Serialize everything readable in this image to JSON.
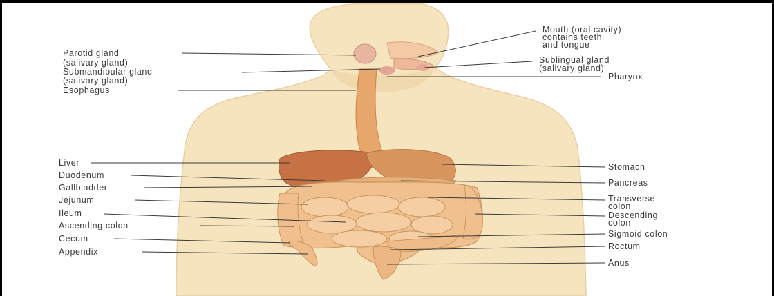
{
  "labels_left": [
    {
      "id": "parotid",
      "lines": [
        "Parotid gland",
        "(salivary gland)"
      ]
    },
    {
      "id": "submandibular",
      "lines": [
        "Submandibular gland",
        "(salivary gland)"
      ]
    },
    {
      "id": "esophagus",
      "lines": [
        "Esophagus"
      ]
    },
    {
      "id": "liver",
      "lines": [
        "Liver"
      ]
    },
    {
      "id": "duodenum",
      "lines": [
        "Duodenum"
      ]
    },
    {
      "id": "gallbladder",
      "lines": [
        "Gallbladder"
      ]
    },
    {
      "id": "jejunum",
      "lines": [
        "Jejunum"
      ]
    },
    {
      "id": "ileum",
      "lines": [
        "Ileum"
      ]
    },
    {
      "id": "ascending",
      "lines": [
        "Ascending colon"
      ]
    },
    {
      "id": "cecum",
      "lines": [
        "Cecum"
      ]
    },
    {
      "id": "appendix",
      "lines": [
        "Appendix"
      ]
    }
  ],
  "labels_right": [
    {
      "id": "mouth",
      "lines": [
        "Mouth (oral cavity)",
        "contains teeth",
        "and tongue"
      ]
    },
    {
      "id": "sublingual",
      "lines": [
        "Sublingual gland",
        "(salivary gland)"
      ]
    },
    {
      "id": "pharynx",
      "lines": [
        "Pharynx"
      ]
    },
    {
      "id": "stomach",
      "lines": [
        "Stomach"
      ]
    },
    {
      "id": "pancreas",
      "lines": [
        "Pancreas"
      ]
    },
    {
      "id": "transverse",
      "lines": [
        "Transverse",
        "colon"
      ]
    },
    {
      "id": "descending",
      "lines": [
        "Descending",
        "colon"
      ]
    },
    {
      "id": "sigmoid",
      "lines": [
        "Sigmoid colon"
      ]
    },
    {
      "id": "rectum",
      "lines": [
        "Roctum"
      ]
    },
    {
      "id": "anus",
      "lines": [
        "Anus"
      ]
    }
  ],
  "colors": {
    "skin": "#f6e4bf",
    "skin_edge": "#e9cfa0",
    "liver": "#c77245",
    "stomach": "#d9955e",
    "intestine": "#f0c08f",
    "esophagus": "#e6a66c",
    "gland": "#e8b5a0",
    "gallbladder": "#c8d46a",
    "frame": "#000000",
    "text": "#3a3a3a"
  }
}
